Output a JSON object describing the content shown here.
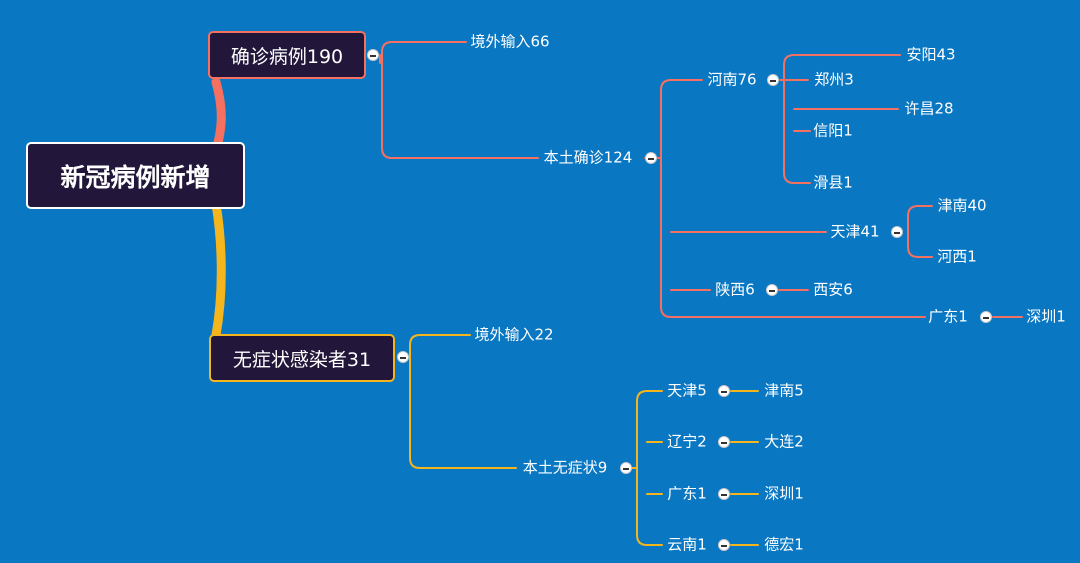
{
  "colors": {
    "background": "#0A77C3",
    "node_fill": "#22173A",
    "confirmed_branch": "#F47060",
    "asymptomatic_branch": "#F5B51C",
    "root_border": "#FFFFFF"
  },
  "root": {
    "label": "新冠病例新增"
  },
  "confirmed": {
    "label": "确诊病例190",
    "imported": "境外输入66",
    "local": {
      "label": "本土确诊124",
      "henan": {
        "label": "河南76",
        "children": [
          "安阳43",
          "郑州3",
          "许昌28",
          "信阳1",
          "滑县1"
        ]
      },
      "tianjin": {
        "label": "天津41",
        "children": [
          "津南40",
          "河西1"
        ]
      },
      "shaanxi": {
        "label": "陕西6",
        "child": "西安6"
      },
      "guangdong": {
        "label": "广东1",
        "child": "深圳1"
      }
    }
  },
  "asymptomatic": {
    "label": "无症状感染者31",
    "imported": "境外输入22",
    "local": {
      "label": "本土无症状9",
      "items": [
        {
          "label": "天津5",
          "child": "津南5"
        },
        {
          "label": "辽宁2",
          "child": "大连2"
        },
        {
          "label": "广东1",
          "child": "深圳1"
        },
        {
          "label": "云南1",
          "child": "德宏1"
        }
      ]
    }
  }
}
